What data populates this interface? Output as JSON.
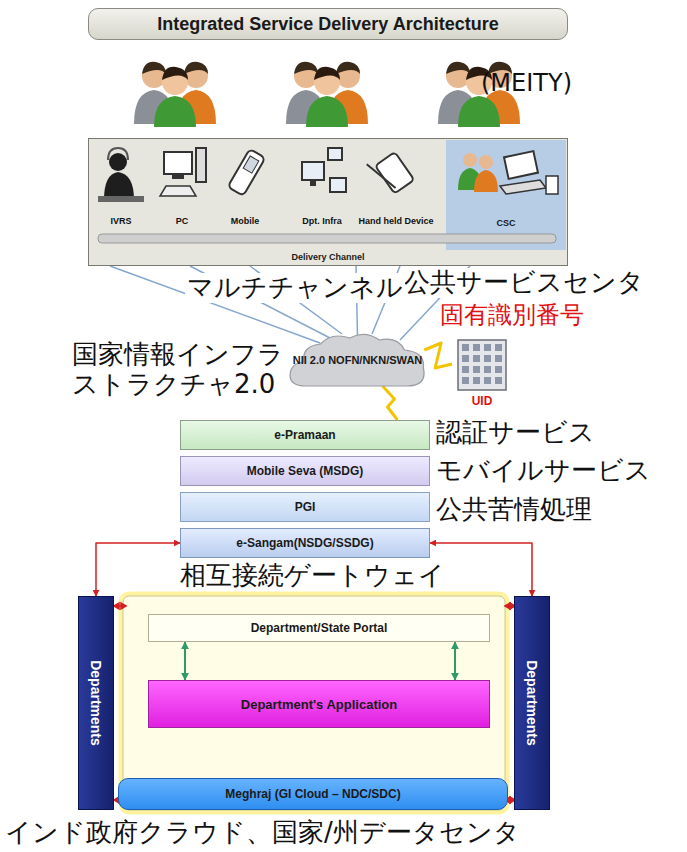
{
  "diagram": {
    "title": "Integrated Service Delivery Architecture",
    "nodes": [
      {
        "text": [
          "Delivery Channel"
        ]
      },
      {
        "text": [
          "CSC"
        ],
        "in": 0
      },
      {
        "text": [
          "NII 2.0 NOFN/NKN/SWAN"
        ]
      },
      {
        "text": [
          "UID"
        ]
      },
      {
        "text": [
          "e-Pramaan"
        ]
      },
      {
        "text": [
          "Mobile Seva (MSDG)"
        ]
      },
      {
        "text": [
          "PGI"
        ]
      },
      {
        "text": [
          "e-Sangam(NSDG/SSDG)"
        ]
      },
      {
        "text": [
          "Department/State Portal"
        ]
      },
      {
        "text": [
          "Department's Application"
        ]
      },
      {
        "text": [
          "Meghraj (GI Cloud – NDC/SDC)"
        ]
      },
      {
        "text": [
          "Departments"
        ]
      },
      {
        "text": [
          "Departments"
        ]
      }
    ],
    "edges": [
      {
        "from": 0,
        "to": 2,
        "arrow": "none"
      },
      {
        "from": 2,
        "to": 3,
        "arrow": "none"
      },
      {
        "from": 2,
        "to": 4,
        "arrow": "none"
      },
      {
        "from": 8,
        "to": 9,
        "arrow": "both"
      },
      {
        "from": 8,
        "to": 9,
        "arrow": "both"
      },
      {
        "from": 7,
        "to": 11,
        "arrow": "both"
      },
      {
        "from": 7,
        "to": 12,
        "arrow": "both"
      }
    ],
    "labels": [
      "(MEITY)",
      "IVRS",
      "PC",
      "Mobile",
      "Dpt. Infra",
      "Hand held Device",
      "公共サービスセンタ",
      "マルチチャンネル",
      "固有識別番号",
      "国家情報インフラストラクチャ2.0",
      "認証サービス",
      "モバイルサービス",
      "公共苦情処理",
      "相互接続ゲートウェイ",
      "インド政府クラウド、国家/州データセンタ"
    ]
  }
}
